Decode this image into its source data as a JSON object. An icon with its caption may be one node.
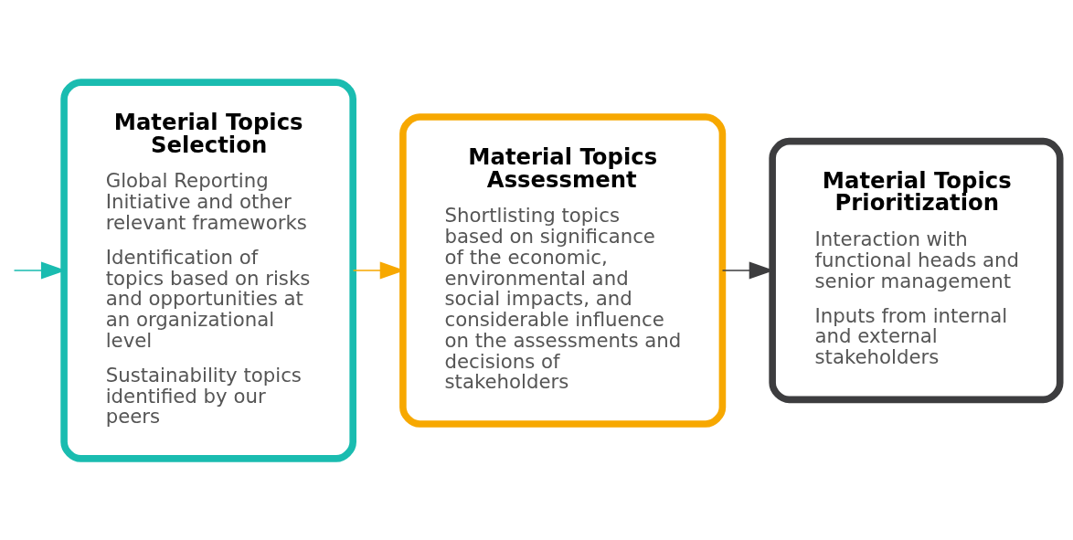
{
  "diagram": {
    "nodes": [
      {
        "text": [
          "Material Topics Selection",
          "Global Reporting Initiative and other relevant frameworks",
          "Identification of topics based on risks and opportunities at an organizational level",
          "Sustainability topics identified by our peers"
        ]
      },
      {
        "text": [
          "Material Topics Assessment",
          "Shortlisting topics based on significance of the economic, environmental and social impacts, and considerable influence on the assessments and decisions of stakeholders"
        ]
      },
      {
        "text": [
          "Material Topics Prioritization",
          "Interaction with functional heads and senior management",
          "Inputs from internal and external stakeholders"
        ]
      }
    ],
    "edges": [
      {
        "from": null,
        "to": 0,
        "arrow": "to",
        "color": "#1abcb0"
      },
      {
        "from": 0,
        "to": 1,
        "arrow": "to",
        "color": "#f7a800"
      },
      {
        "from": 1,
        "to": 2,
        "arrow": "to",
        "color": "#3d3d3f"
      }
    ]
  }
}
